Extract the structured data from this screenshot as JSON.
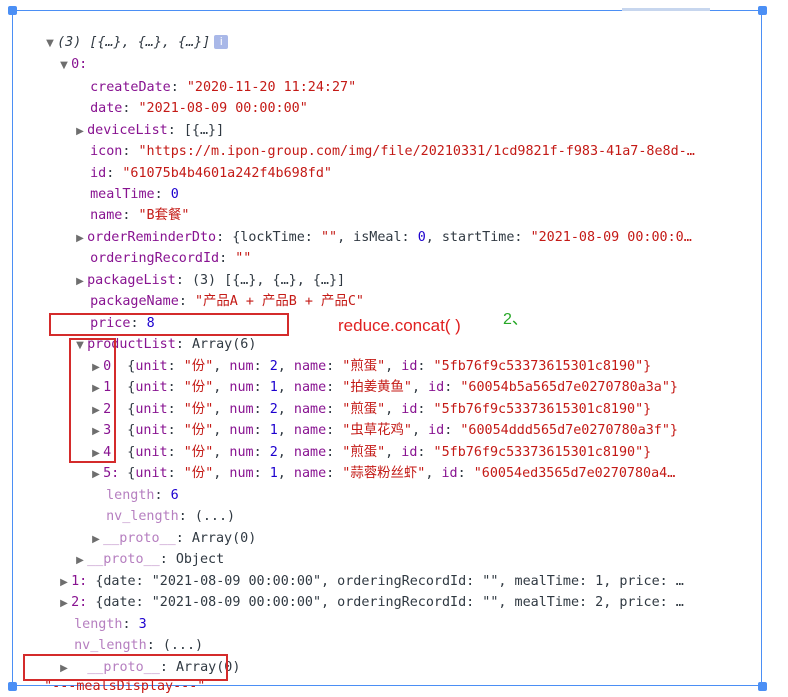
{
  "root": {
    "summary": "(3) [{…}, {…}, {…}]",
    "info_icon": "i"
  },
  "item0": {
    "index": "0:",
    "createDate": {
      "key": "createDate",
      "value": "\"2020-11-20 11:24:27\""
    },
    "date": {
      "key": "date",
      "value": "\"2021-08-09 00:00:00\""
    },
    "deviceList": {
      "key": "deviceList",
      "value": "[{…}]"
    },
    "icon": {
      "key": "icon",
      "value": "\"https://m.ipon-group.com/img/file/20210331/1cd9821f-f983-41a7-8e8d-…"
    },
    "id": {
      "key": "id",
      "value": "\"61075b4b4601a242f4b698fd\""
    },
    "mealTime": {
      "key": "mealTime",
      "value": "0"
    },
    "name": {
      "key": "name",
      "value": "\"B套餐\""
    },
    "orderReminderDto": {
      "key": "orderReminderDto",
      "value_prefix": "{lockTime: ",
      "lockTime": "\"\"",
      "sep1": ", isMeal: ",
      "isMeal": "0",
      "sep2": ", startTime: ",
      "startTime": "\"2021-08-09 00:00:0…"
    },
    "orderingRecordId": {
      "key": "orderingRecordId",
      "value": "\"\""
    },
    "packageList": {
      "key": "packageList",
      "value": "(3) [{…}, {…}, {…}]"
    },
    "packageName": {
      "key": "packageName",
      "value": "\"产品A + 产品B + 产品C\""
    },
    "price": {
      "key": "price",
      "value": "8"
    },
    "productList": {
      "key": "productList",
      "value": "Array(6)"
    },
    "products": [
      {
        "index": "0:",
        "unit": "\"份\"",
        "num": "2",
        "name": "\"煎蛋\"",
        "id": "\"5fb76f9c53373615301c8190\"}"
      },
      {
        "index": "1:",
        "unit": "\"份\"",
        "num": "1",
        "name": "\"拍姜黄鱼\"",
        "id": "\"60054b5a565d7e0270780a3a\"}"
      },
      {
        "index": "2:",
        "unit": "\"份\"",
        "num": "2",
        "name": "\"煎蛋\"",
        "id": "\"5fb76f9c53373615301c8190\"}"
      },
      {
        "index": "3:",
        "unit": "\"份\"",
        "num": "1",
        "name": "\"虫草花鸡\"",
        "id": "\"60054ddd565d7e0270780a3f\"}"
      },
      {
        "index": "4:",
        "unit": "\"份\"",
        "num": "2",
        "name": "\"煎蛋\"",
        "id": "\"5fb76f9c53373615301c8190\"}"
      },
      {
        "index": "5:",
        "unit": "\"份\"",
        "num": "1",
        "name": "\"蒜蓉粉丝虾\"",
        "id": "\"60054ed3565d7e0270780a4…"
      }
    ],
    "product_length": {
      "key": "length",
      "value": "6"
    },
    "product_nv_length": {
      "key": "nv_length",
      "value": "(...)"
    },
    "product_proto": {
      "key": "__proto__",
      "value": "Array(0)"
    },
    "proto": {
      "key": "__proto__",
      "value": "Object"
    }
  },
  "item1": {
    "index": "1:",
    "value": "{date: \"2021-08-09 00:00:00\", orderingRecordId: \"\", mealTime: 1, price: …"
  },
  "item2": {
    "index": "2:",
    "value": "{date: \"2021-08-09 00:00:00\", orderingRecordId: \"\", mealTime: 2, price: …"
  },
  "root_length": {
    "key": "length",
    "value": "3"
  },
  "root_nv_length": {
    "key": "nv_length",
    "value": "(...)"
  },
  "root_proto": {
    "key": "__proto__",
    "value": "Array(0)"
  },
  "log_line": "\"---mealsDisplay---\"",
  "annotation_red": "reduce.concat( )",
  "annotation_green": "2、",
  "colors": {
    "key": "#881391",
    "string": "#c41a16",
    "number": "#1c00cf",
    "annotation_box": "#d42b2b",
    "selection": "#4b8ff5"
  }
}
